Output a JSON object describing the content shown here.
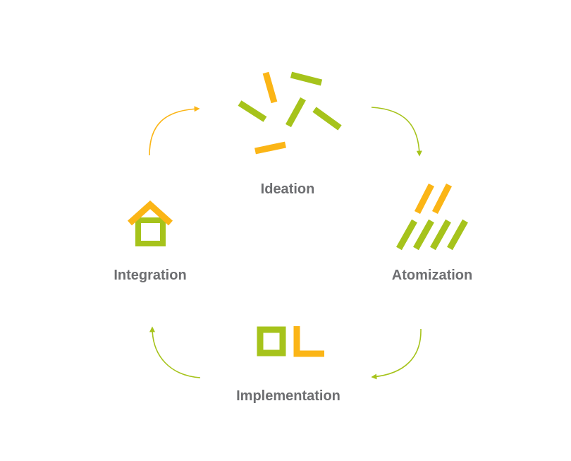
{
  "colors": {
    "green": "#a6c31b",
    "orange": "#fbb516",
    "text": "#6d6e71"
  },
  "stages": {
    "ideation": {
      "label": "Ideation",
      "icon": "scattered-sticks-icon"
    },
    "atomization": {
      "label": "Atomization",
      "icon": "parallel-bars-icon"
    },
    "implementation": {
      "label": "Implementation",
      "icon": "square-and-corner-icon"
    },
    "integration": {
      "label": "Integration",
      "icon": "house-icon"
    }
  }
}
